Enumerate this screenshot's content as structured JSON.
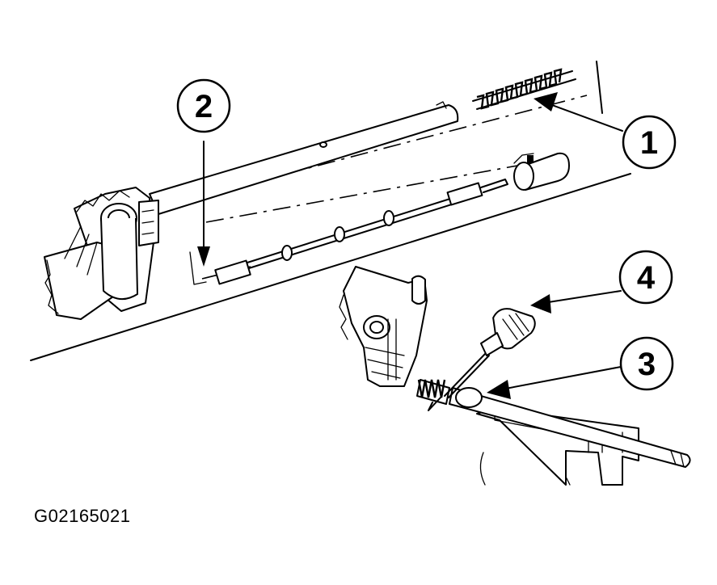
{
  "figure": {
    "id_label": "G02165021",
    "callouts": [
      {
        "number": "1"
      },
      {
        "number": "2"
      },
      {
        "number": "3"
      },
      {
        "number": "4"
      }
    ]
  }
}
